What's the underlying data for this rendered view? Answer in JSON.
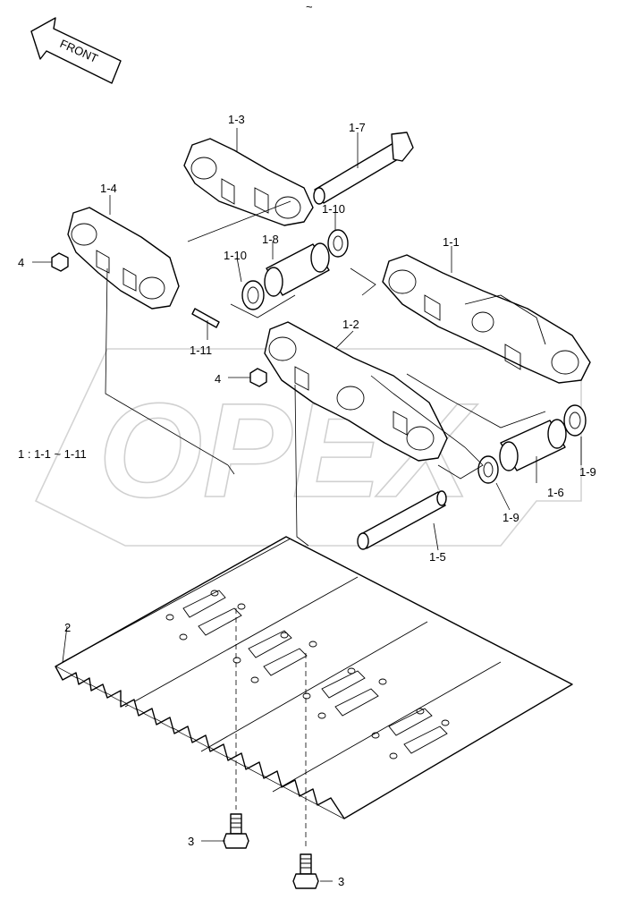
{
  "header": {
    "mark": "~"
  },
  "front_arrow": {
    "label": "FRONT"
  },
  "watermark": {
    "text": "OPEX"
  },
  "labels": {
    "p1_1": "1-1",
    "p1_2": "1-2",
    "p1_3": "1-3",
    "p1_4": "1-4",
    "p1_5": "1-5",
    "p1_6": "1-6",
    "p1_7": "1-7",
    "p1_8": "1-8",
    "p1_9a": "1-9",
    "p1_9b": "1-9",
    "p1_10a": "1-10",
    "p1_10b": "1-10",
    "p1_11": "1-11",
    "p2": "2",
    "p3a": "3",
    "p3b": "3",
    "p4a": "4",
    "p4b": "4",
    "assembly": "1 : 1-1 ~ 1-11"
  }
}
